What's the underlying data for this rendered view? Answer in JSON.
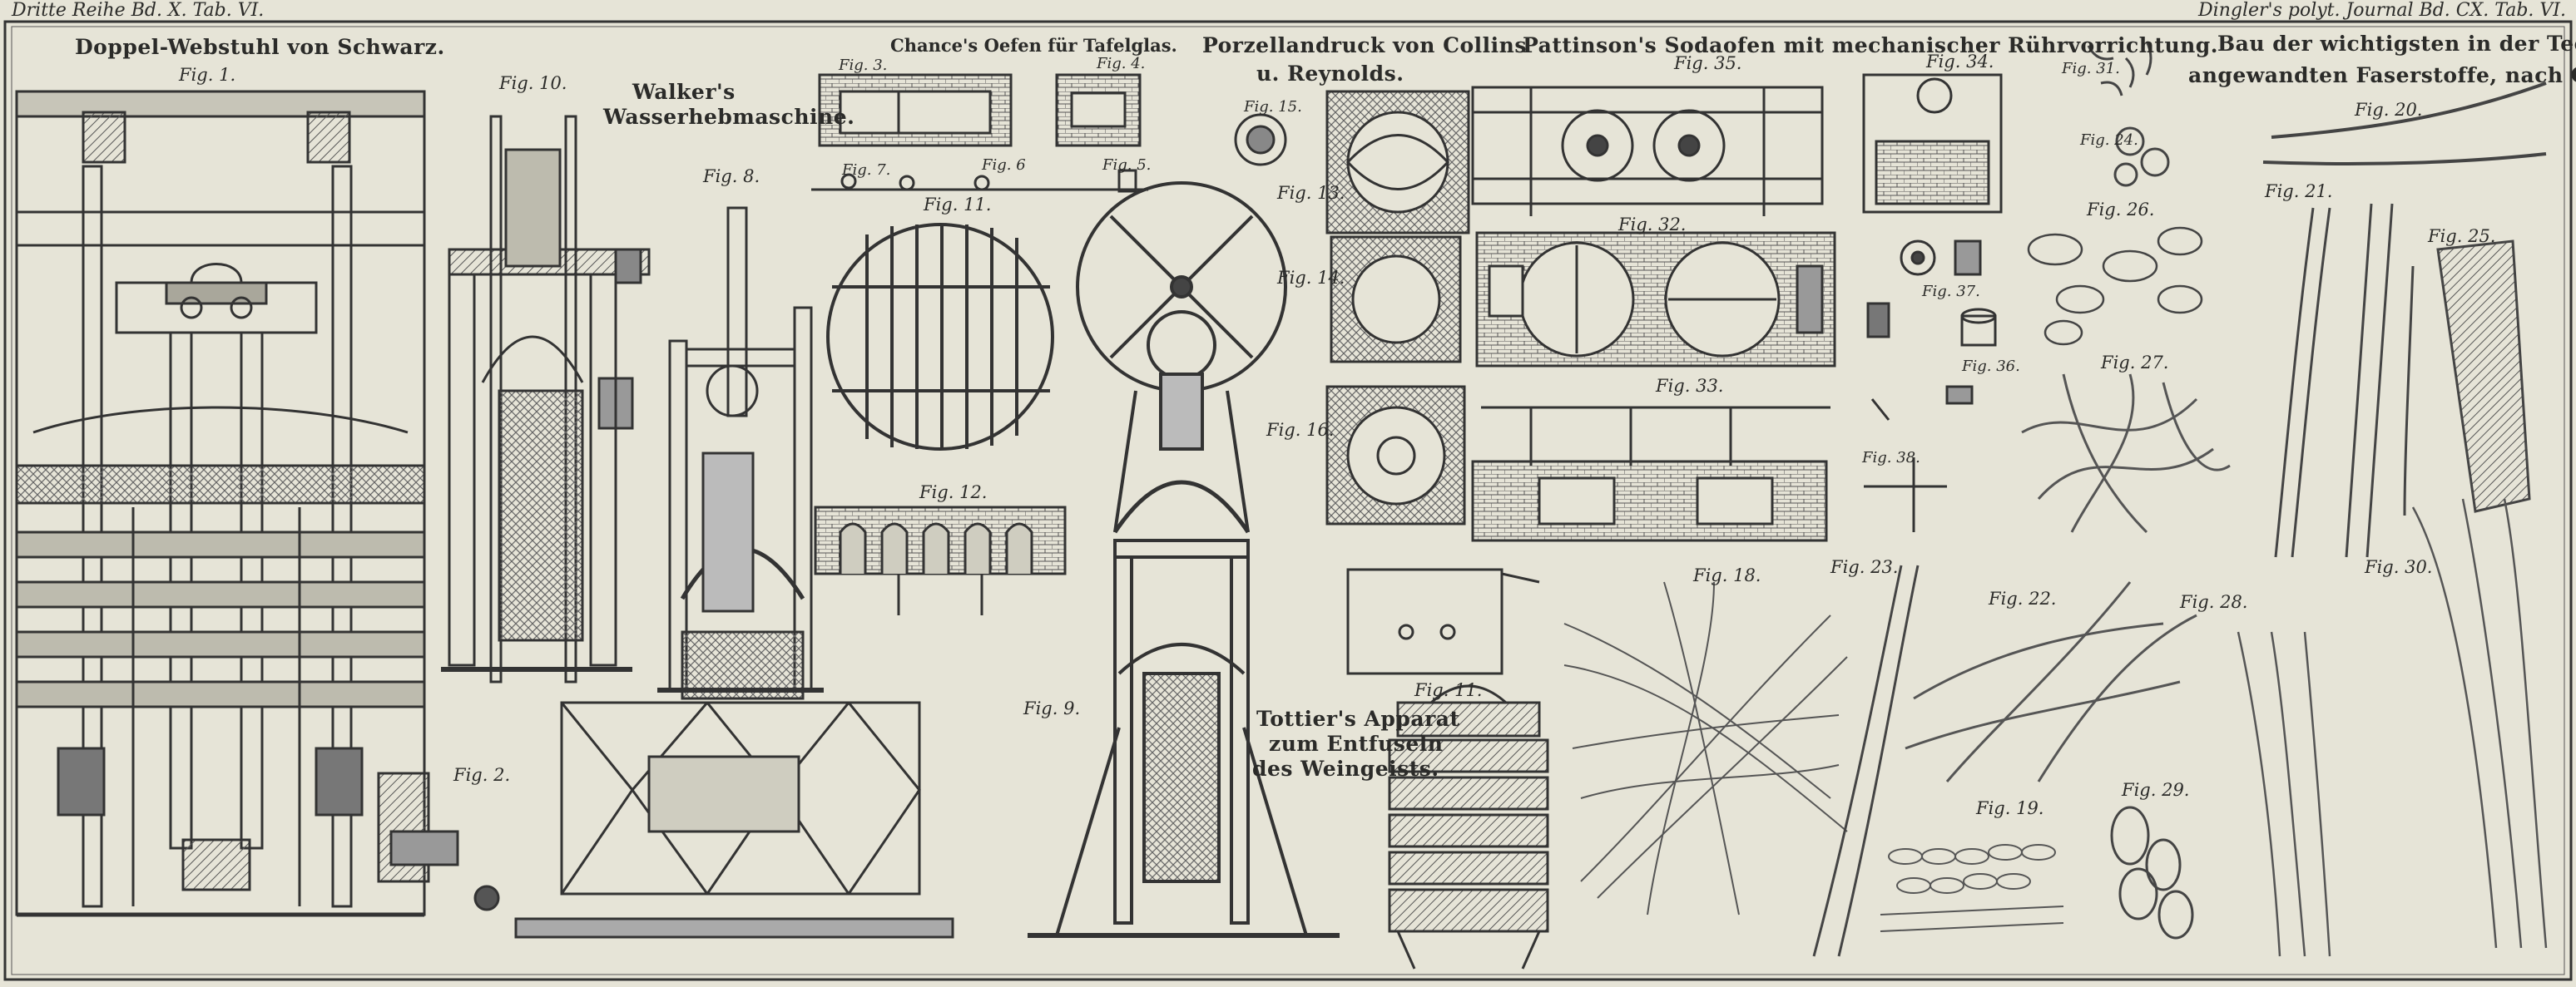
{
  "header": {
    "left": "Dritte Reihe Bd. X. Tab. VI.",
    "right": "Dingler's polyt. Journal Bd. CX. Tab. VI."
  },
  "titles": {
    "doppel": "Doppel-Webstuhl von Schwarz.",
    "walker_1": "Walker's",
    "walker_2": "Wasserhebmaschine.",
    "chance": "Chance's Oefen für Tafelglas.",
    "porz_1": "Porzellandruck von Collins",
    "porz_2": "u. Reynolds.",
    "pattinson": "Pattinson's Sodaofen mit mechanischer Rührvorrichtung.",
    "bau_1": "Bau der wichtigsten in der Technik",
    "bau_2": "angewandten Faserstoffe, nach Oschatz.",
    "tottier_1": "Tottier's Apparat",
    "tottier_2": "zum Entfuseln",
    "tottier_3": "des Weingeists."
  },
  "figures": {
    "f1": "Fig. 1.",
    "f2": "Fig. 2.",
    "f3": "Fig. 3.",
    "f4": "Fig. 4.",
    "f5": "Fig. 5.",
    "f6": "Fig. 6",
    "f7": "Fig. 7.",
    "f8": "Fig. 8.",
    "f9": "Fig. 9.",
    "f10": "Fig. 10.",
    "f11a": "Fig. 11.",
    "f11b": "Fig. 11.",
    "f12": "Fig. 12.",
    "f13": "Fig. 13.",
    "f14": "Fig. 14.",
    "f15": "Fig. 15.",
    "f16": "Fig. 16.",
    "f18": "Fig. 18.",
    "f19": "Fig. 19.",
    "f20": "Fig. 20.",
    "f21": "Fig. 21.",
    "f22": "Fig. 22.",
    "f23": "Fig. 23.",
    "f24": "Fig. 24.",
    "f25": "Fig. 25.",
    "f26": "Fig. 26.",
    "f27": "Fig. 27.",
    "f28": "Fig. 28.",
    "f29": "Fig. 29.",
    "f30": "Fig. 30.",
    "f31": "Fig. 31.",
    "f32": "Fig. 32.",
    "f33": "Fig. 33.",
    "f34": "Fig. 34.",
    "f35": "Fig. 35.",
    "f36": "Fig. 36.",
    "f37": "Fig. 37.",
    "f38": "Fig. 38."
  },
  "colors": {
    "paper": "#e6e4d7",
    "ink": "#2a2a28",
    "shade": "#8e8c82"
  }
}
